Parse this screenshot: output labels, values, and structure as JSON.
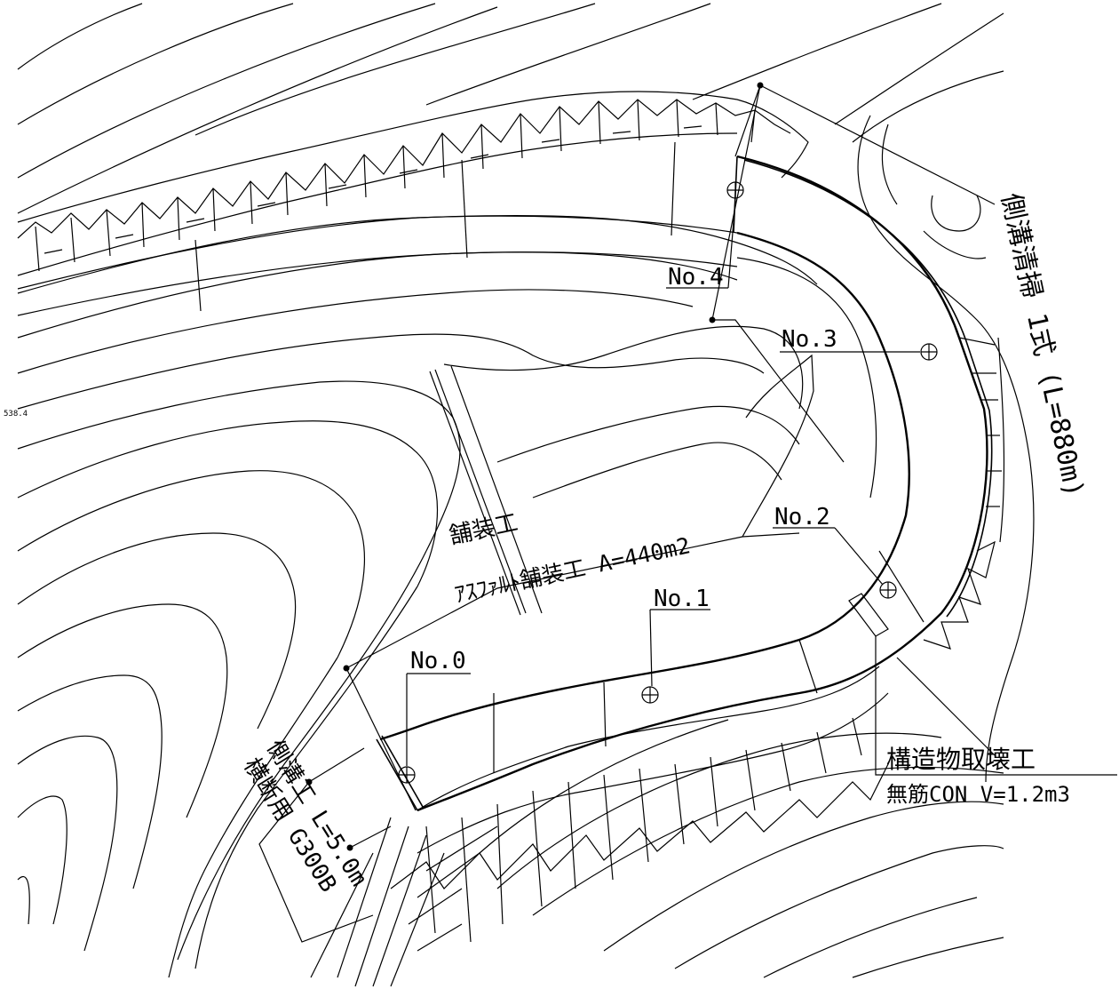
{
  "stations": {
    "no0": "No.0",
    "no1": "No.1",
    "no2": "No.2",
    "no3": "No.3",
    "no4": "No.4"
  },
  "annotations": {
    "paving_title": "舗装工",
    "paving_detail": "ｱｽﾌｧﾙﾄ舗装工 A=440m2",
    "ditch_cleaning": "側溝清掃 1式 (L=880m)",
    "demolition_title": "構造物取壊工",
    "demolition_detail": "無筋CON V=1.2m3",
    "side_ditch_line1": "側溝工 L=5.0m",
    "side_ditch_line2": "横断用 G300B",
    "contour_label": "538.4"
  }
}
